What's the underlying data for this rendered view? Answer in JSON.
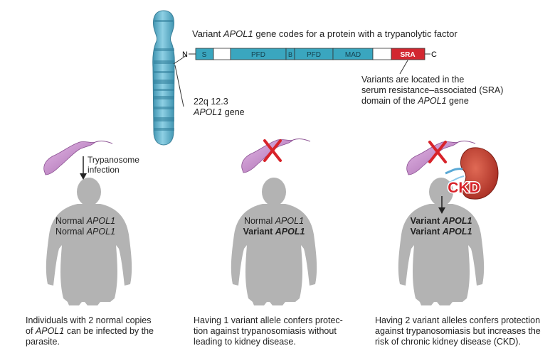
{
  "gene_bar": {
    "title_prefix": "Variant ",
    "title_gene": "APOL1",
    "title_suffix": " gene codes for a protein with a trypanolytic factor",
    "n_label": "N",
    "c_label": "C",
    "domains": [
      {
        "label": "S",
        "color": "#3aa6bf"
      },
      {
        "label": "",
        "color": "#ffffff"
      },
      {
        "label": "PFD",
        "color": "#3aa6bf"
      },
      {
        "label": "B",
        "color": "#3aa6bf"
      },
      {
        "label": "PFD",
        "color": "#3aa6bf"
      },
      {
        "label": "MAD",
        "color": "#3aa6bf"
      },
      {
        "label": "",
        "color": "#ffffff"
      },
      {
        "label": "SRA",
        "color": "#d22730"
      }
    ],
    "sra_note_line1": "Variants are located in the",
    "sra_note_line2": "serum resistance–associated (SRA)",
    "sra_note_line3_prefix": "domain of the ",
    "sra_note_line3_gene": "APOL1",
    "sra_note_line3_suffix": " gene"
  },
  "chromosome": {
    "locus": "22q 12.3",
    "gene": "APOL1",
    "gene_suffix": " gene",
    "color": "#5fb3cf"
  },
  "panels": [
    {
      "arrow_label_line1": "Trypanosome",
      "arrow_label_line2": "infection",
      "allele1_prefix": "Normal ",
      "allele1_gene": "APOL1",
      "allele2_prefix": "Normal ",
      "allele2_gene": "APOL1",
      "caption_line1": "Individuals with 2 normal copies",
      "caption_line2_prefix": "of ",
      "caption_line2_gene": "APOL1",
      "caption_line2_suffix": " can be infected by the",
      "caption_line3": "parasite."
    },
    {
      "allele1_prefix": "Normal ",
      "allele1_gene": "APOL1",
      "allele2_prefix": "Variant ",
      "allele2_gene": "APOL1",
      "caption_line1": "Having 1 variant allele confers protec-",
      "caption_line2": "tion against trypanosomiasis without",
      "caption_line3": "leading to kidney disease."
    },
    {
      "kidney_label": "CKD",
      "allele1_prefix": "Variant ",
      "allele1_gene": "APOL1",
      "allele2_prefix": "Variant ",
      "allele2_gene": "APOL1",
      "caption_line1": "Having 2 variant alleles confers protection",
      "caption_line2": "against trypanosomiasis but increases the",
      "caption_line3": "risk of chronic kidney disease (CKD)."
    }
  ],
  "colors": {
    "silhouette": "#b3b3b3",
    "parasite": "#c78fc9",
    "cross": "#d8232a",
    "kidney": "#c0392b",
    "ckd_text": "#d8232a"
  }
}
